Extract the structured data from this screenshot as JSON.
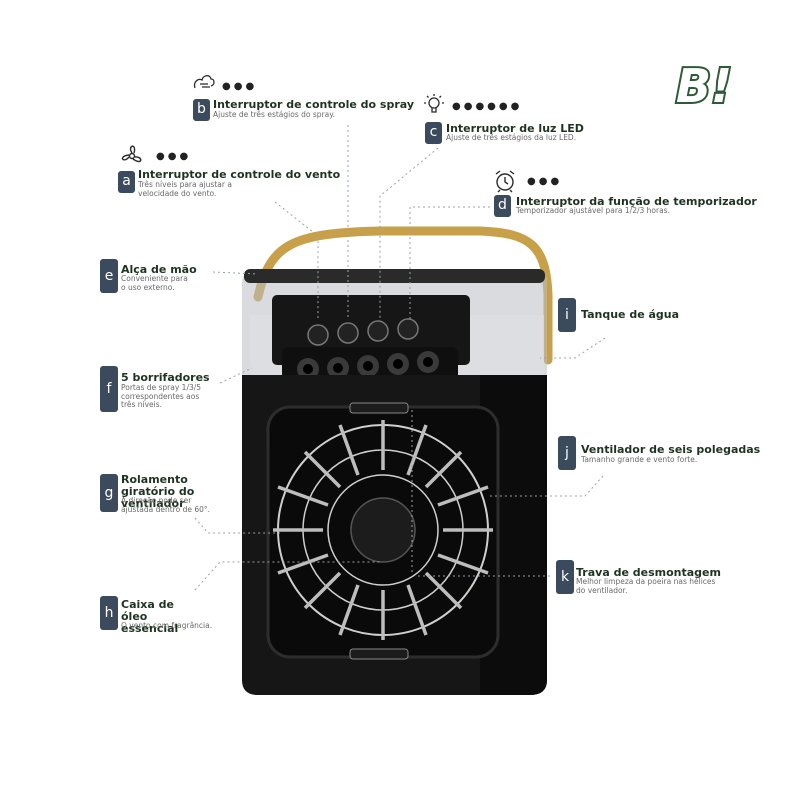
{
  "brand": {
    "logo_text": "B!"
  },
  "labels": {
    "a": {
      "letter": "a",
      "title": "Interruptor de controle do vento",
      "subtitle": "Três níveis para ajustar a velocidade do vento."
    },
    "b": {
      "letter": "b",
      "title": "Interruptor de controle do spray",
      "subtitle": "Ajuste de três estágios do spray."
    },
    "c": {
      "letter": "c",
      "title": "Interruptor de luz LED",
      "subtitle": "Ajuste de três estágios da luz LED."
    },
    "d": {
      "letter": "d",
      "title": "Interruptor da função de temporizador",
      "subtitle": "Temporizador ajustável para 1/2/3 horas."
    },
    "e": {
      "letter": "e",
      "title": "Alça de mão",
      "subtitle": "Conveniente para o uso externo."
    },
    "f": {
      "letter": "f",
      "title": "5 borrifadores",
      "subtitle": "Portas de spray 1/3/5 correspondentes aos três níveis."
    },
    "g": {
      "letter": "g",
      "title": "Rolamento giratório do ventilador",
      "subtitle": "A direção pode ser ajustada dentro de 60°."
    },
    "h": {
      "letter": "h",
      "title": "Caixa de óleo essencial",
      "subtitle": "O vento com fragrância."
    },
    "i": {
      "letter": "i",
      "title": "Tanque de água",
      "subtitle": ""
    },
    "j": {
      "letter": "j",
      "title": "Ventilador de seis polegadas",
      "subtitle": "Tamanho grande e vento forte."
    },
    "k": {
      "letter": "k",
      "title": "Trava de desmontagem",
      "subtitle": "Melhor limpeza da poeira nas hélices do ventilador."
    }
  },
  "icons": {
    "a": "fan-icon",
    "b": "spray-icon",
    "c": "light-bulb-icon",
    "d": "alarm-clock-icon"
  },
  "colors": {
    "badge": "#3b4a5c",
    "title": "#1f3322",
    "logo": "#2e5b37",
    "handle": "#c9a04a",
    "device": "#1a1a1a"
  }
}
